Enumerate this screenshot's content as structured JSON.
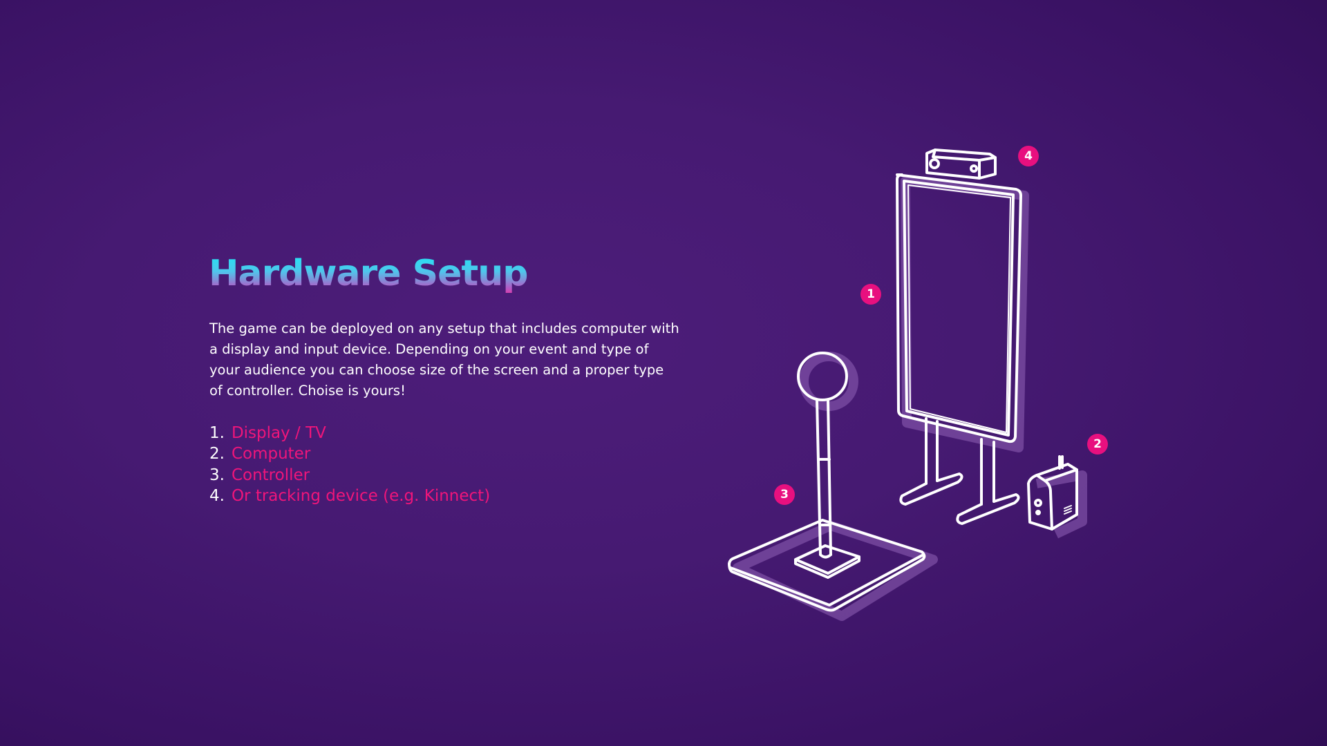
{
  "title": "Hardware Setup",
  "description": "The game can be deployed on any setup that includes computer with a display and input device. Depending on your event and type of your audience you can choose size of the screen and a proper type of controller. Choise is yours!",
  "items": [
    {
      "number": "1.",
      "label": "Display / TV"
    },
    {
      "number": "2.",
      "label": "Computer"
    },
    {
      "number": "3.",
      "label": "Controller"
    },
    {
      "number": "4.",
      "label": "Or tracking device (e.g. Kinnect)"
    }
  ],
  "badges": [
    "1",
    "2",
    "3",
    "4"
  ],
  "colors": {
    "accent": "#f0157a",
    "badge": "#e8107f",
    "title_top": "#1de8f5",
    "title_bottom": "#e03aa8",
    "background": "#461a72"
  }
}
